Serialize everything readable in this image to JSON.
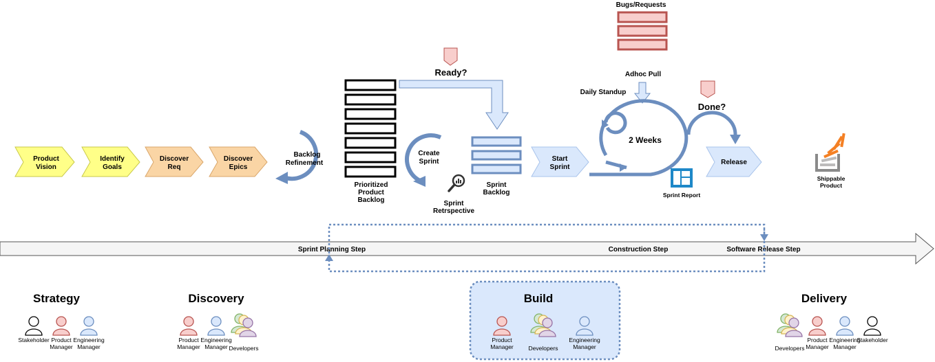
{
  "top": {
    "stages": [
      {
        "line1": "Product",
        "line2": "Vision",
        "fill": "#FFFF88",
        "stroke": "#C9C94A"
      },
      {
        "line1": "Identify",
        "line2": "Goals",
        "fill": "#FFFF88",
        "stroke": "#C9C94A"
      },
      {
        "line1": "Discover",
        "line2": "Req",
        "fill": "#FAD5A5",
        "stroke": "#D9A66A"
      },
      {
        "line1": "Discover",
        "line2": "Epics",
        "fill": "#FAD5A5",
        "stroke": "#D9A66A"
      }
    ],
    "backlog_refinement": {
      "line1": "Backlog",
      "line2": "Refinement"
    },
    "prioritized_backlog": {
      "line1": "Prioritized",
      "line2": "Product",
      "line3": "Backlog"
    },
    "ready": "Ready?",
    "create_sprint": {
      "line1": "Create",
      "line2": "Sprint"
    },
    "sprint_retro": {
      "line1": "Sprint",
      "line2": "Retrspective"
    },
    "sprint_backlog": {
      "line1": "Sprint",
      "line2": "Backlog"
    },
    "start_sprint": {
      "line1": "Start",
      "line2": "Sprint"
    },
    "bugs_requests": "Bugs/Requests",
    "adhoc_pull": "Adhoc Pull",
    "daily_standup": "Daily Standup",
    "two_weeks": "2 Weeks",
    "done": "Done?",
    "release": "Release",
    "sprint_report": "Sprint Report",
    "shippable_product": {
      "line1": "Shippable",
      "line2": "Product"
    }
  },
  "timeline": {
    "steps": [
      "Sprint Planning Step",
      "Construction Step",
      "Software Release Step"
    ]
  },
  "phases": [
    {
      "title": "Strategy",
      "people": [
        {
          "line1": "Stakeholder",
          "line2": "",
          "color": "white"
        },
        {
          "line1": "Product",
          "line2": "Manager",
          "color": "red"
        },
        {
          "line1": "Engineering",
          "line2": "Manager",
          "color": "blue"
        }
      ]
    },
    {
      "title": "Discovery",
      "people": [
        {
          "line1": "Product",
          "line2": "Manager",
          "color": "red"
        },
        {
          "line1": "Engineering",
          "line2": "Manager",
          "color": "blue"
        },
        {
          "line1": "Developers",
          "line2": "",
          "color": "group"
        }
      ]
    },
    {
      "title": "Build",
      "people": [
        {
          "line1": "Product",
          "line2": "Manager",
          "color": "red"
        },
        {
          "line1": "Developers",
          "line2": "",
          "color": "group"
        },
        {
          "line1": "Engineering",
          "line2": "Manager",
          "color": "blue"
        }
      ]
    },
    {
      "title": "Delivery",
      "people": [
        {
          "line1": "Developers",
          "line2": "",
          "color": "group"
        },
        {
          "line1": "Product",
          "line2": "Manager",
          "color": "red"
        },
        {
          "line1": "Engineering",
          "line2": "Manager",
          "color": "blue"
        },
        {
          "line1": "Stakeholder",
          "line2": "",
          "color": "white"
        }
      ]
    }
  ],
  "colors": {
    "loop_blue": "#6C8EBF",
    "light_blue": "#DAE8FC",
    "red_fill": "#F8CECC",
    "red_stroke": "#B85450",
    "timeline_fill": "#F5F5F5",
    "build_fill": "#DAE8FC"
  }
}
